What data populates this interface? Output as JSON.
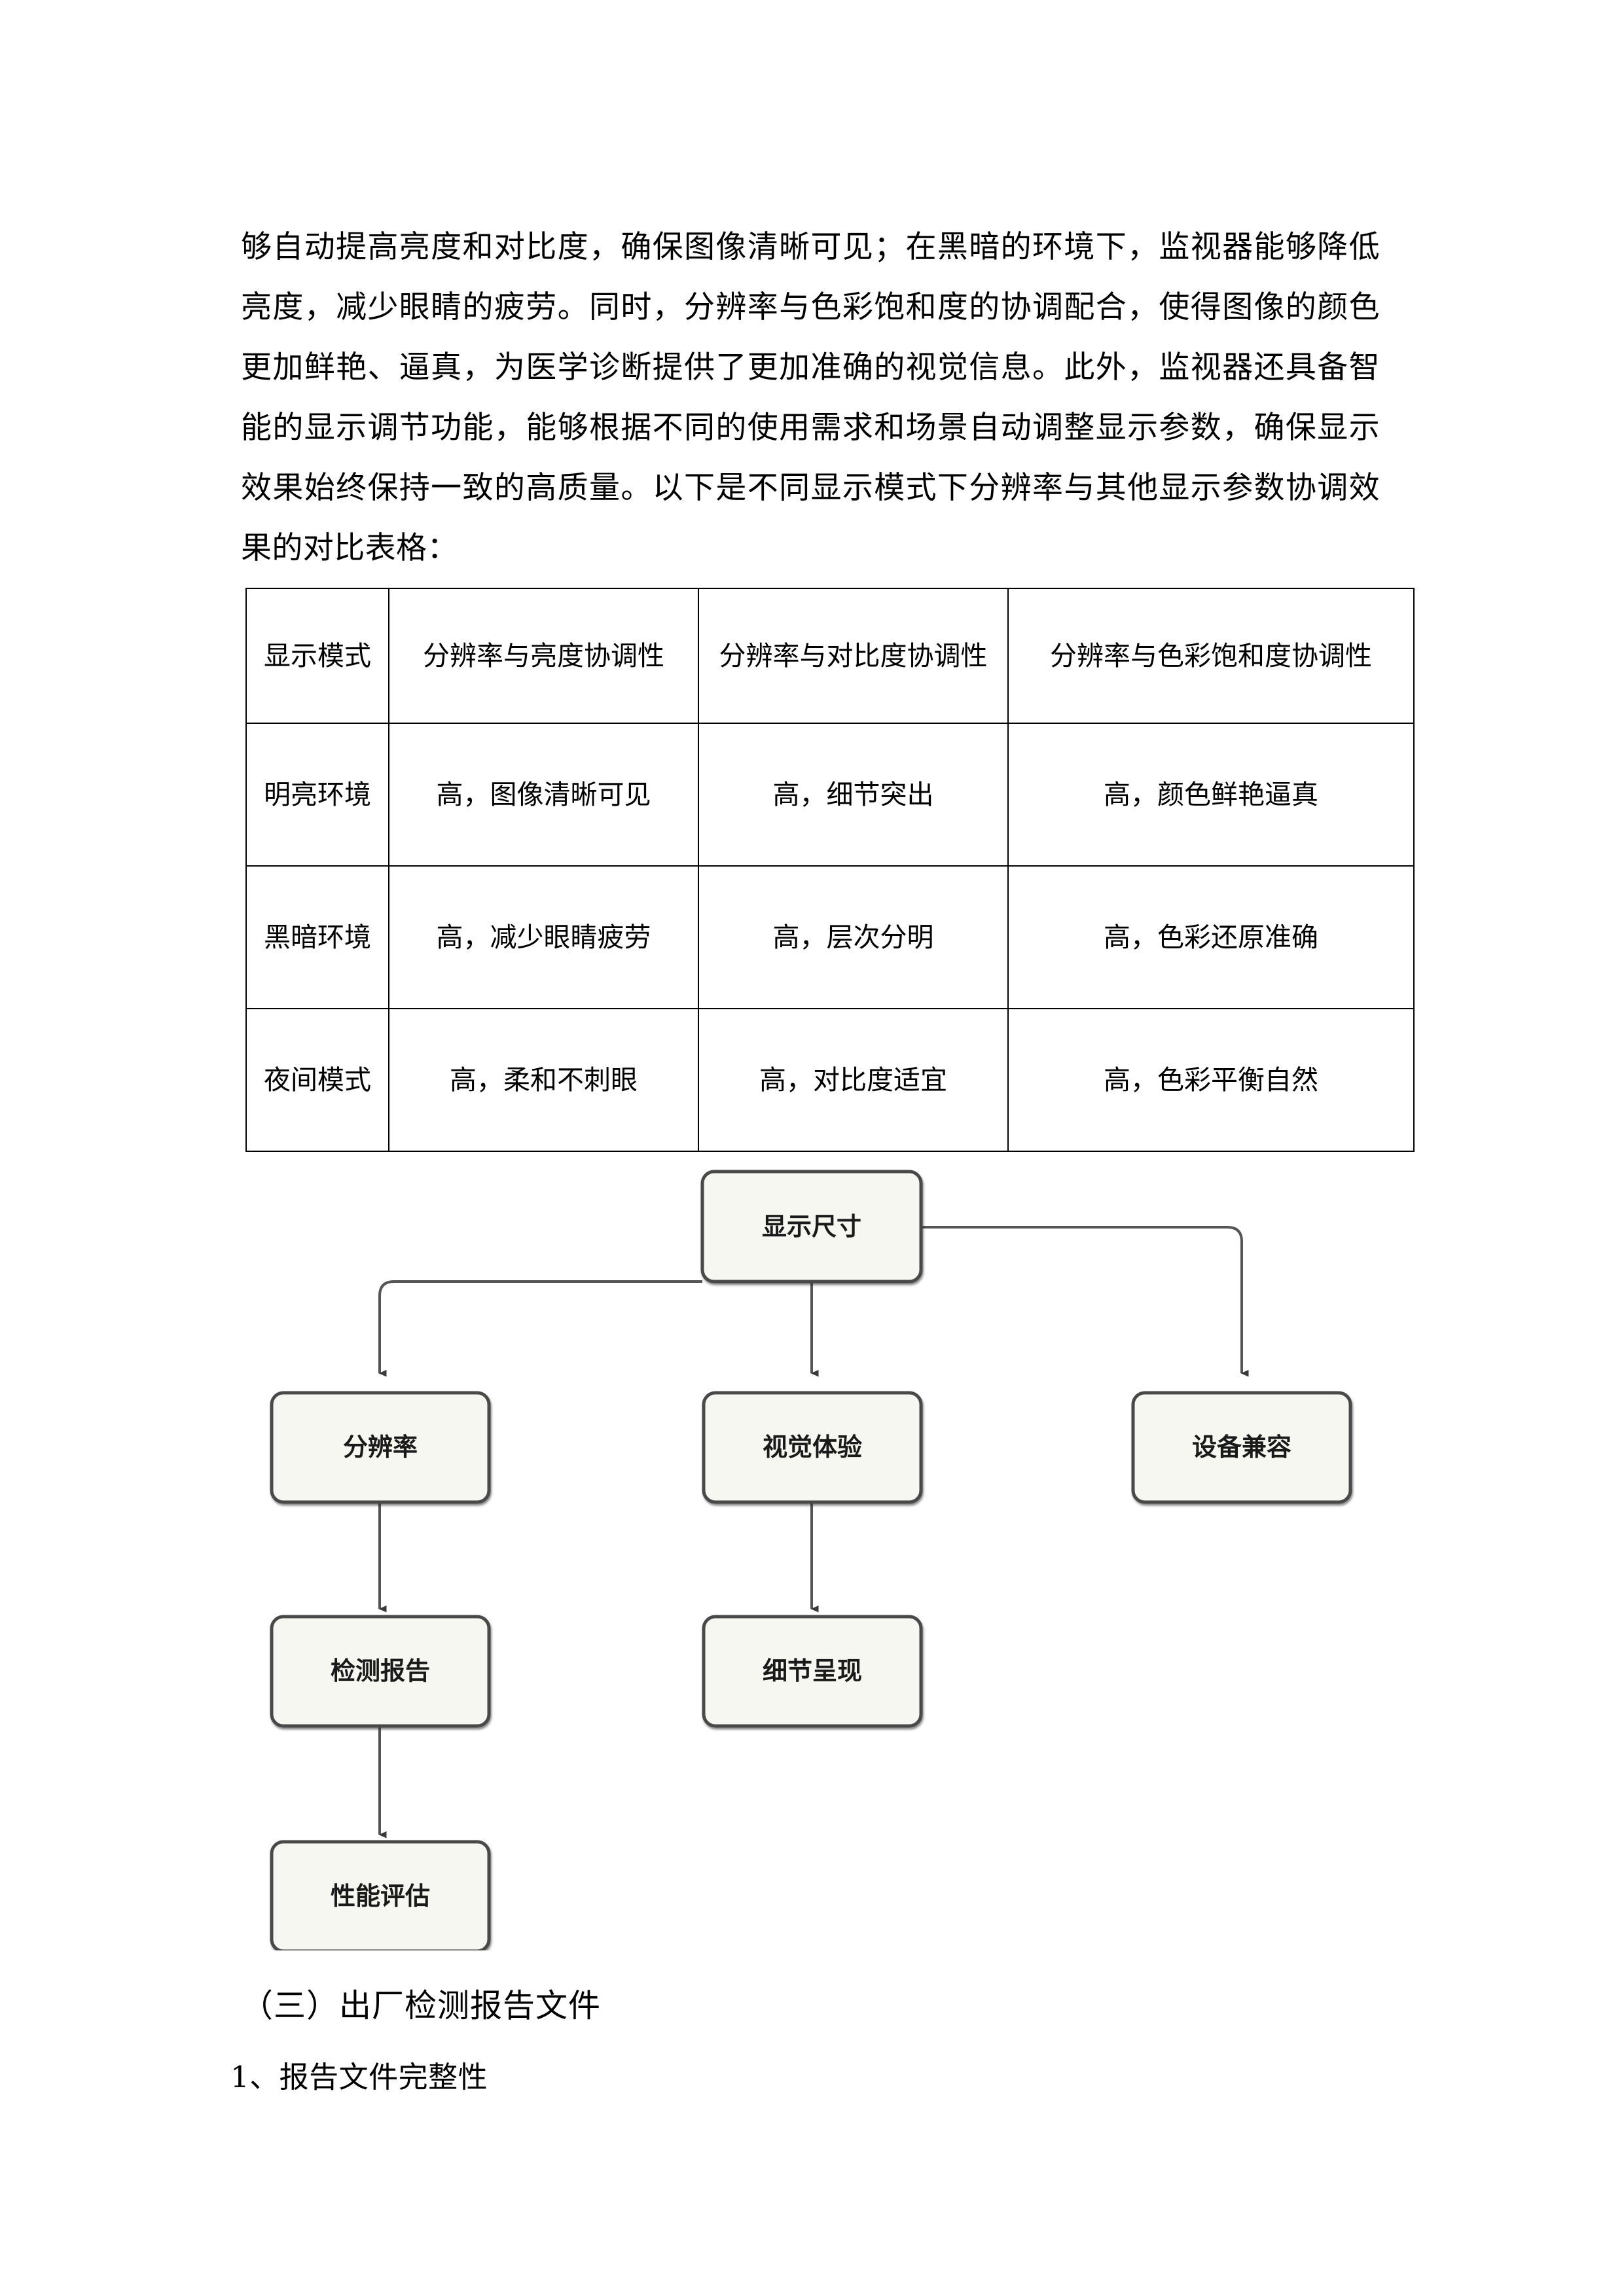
{
  "document": {
    "paragraph": "够自动提高亮度和对比度，确保图像清晰可见；在黑暗的环境下，监视器能够降低亮度，减少眼睛的疲劳。同时，分辨率与色彩饱和度的协调配合，使得图像的颜色更加鲜艳、逼真，为医学诊断提供了更加准确的视觉信息。此外，监视器还具备智能的显示调节功能，能够根据不同的使用需求和场景自动调整显示参数，确保显示效果始终保持一致的高质量。以下是不同显示模式下分辨率与其他显示参数协调效果的对比表格：",
    "section_heading": "（三）出厂检测报告文件",
    "sub_heading": "1、报告文件完整性"
  },
  "table": {
    "headers": [
      "显示模式",
      "分辨率与亮度协调性",
      "分辨率与对比度协调性",
      "分辨率与色彩饱和度协调性"
    ],
    "rows": [
      {
        "mode": "明亮环境",
        "brightness": "高，图像清晰可见",
        "contrast": "高，细节突出",
        "saturation": "高，颜色鲜艳逼真"
      },
      {
        "mode": "黑暗环境",
        "brightness": "高，减少眼睛疲劳",
        "contrast": "高，层次分明",
        "saturation": "高，色彩还原准确"
      },
      {
        "mode": "夜间模式",
        "brightness": "高，柔和不刺眼",
        "contrast": "高，对比度适宜",
        "saturation": "高，色彩平衡自然"
      }
    ]
  },
  "flowchart": {
    "type": "tree-diagram",
    "nodes": [
      {
        "id": "root",
        "label": "显示尺寸"
      },
      {
        "id": "resolution",
        "label": "分辨率"
      },
      {
        "id": "visual",
        "label": "视觉体验"
      },
      {
        "id": "device",
        "label": "设备兼容"
      },
      {
        "id": "report",
        "label": "检测报告"
      },
      {
        "id": "detail",
        "label": "细节呈现"
      },
      {
        "id": "evaluation",
        "label": "性能评估"
      }
    ],
    "edges": [
      {
        "from": "root",
        "to": "resolution"
      },
      {
        "from": "root",
        "to": "visual"
      },
      {
        "from": "root",
        "to": "device"
      },
      {
        "from": "resolution",
        "to": "report"
      },
      {
        "from": "visual",
        "to": "detail"
      },
      {
        "from": "report",
        "to": "evaluation"
      }
    ],
    "colors": {
      "node_fill": "#f7f7f2",
      "node_stroke": "#4a4a4a",
      "edge": "#555555"
    }
  }
}
